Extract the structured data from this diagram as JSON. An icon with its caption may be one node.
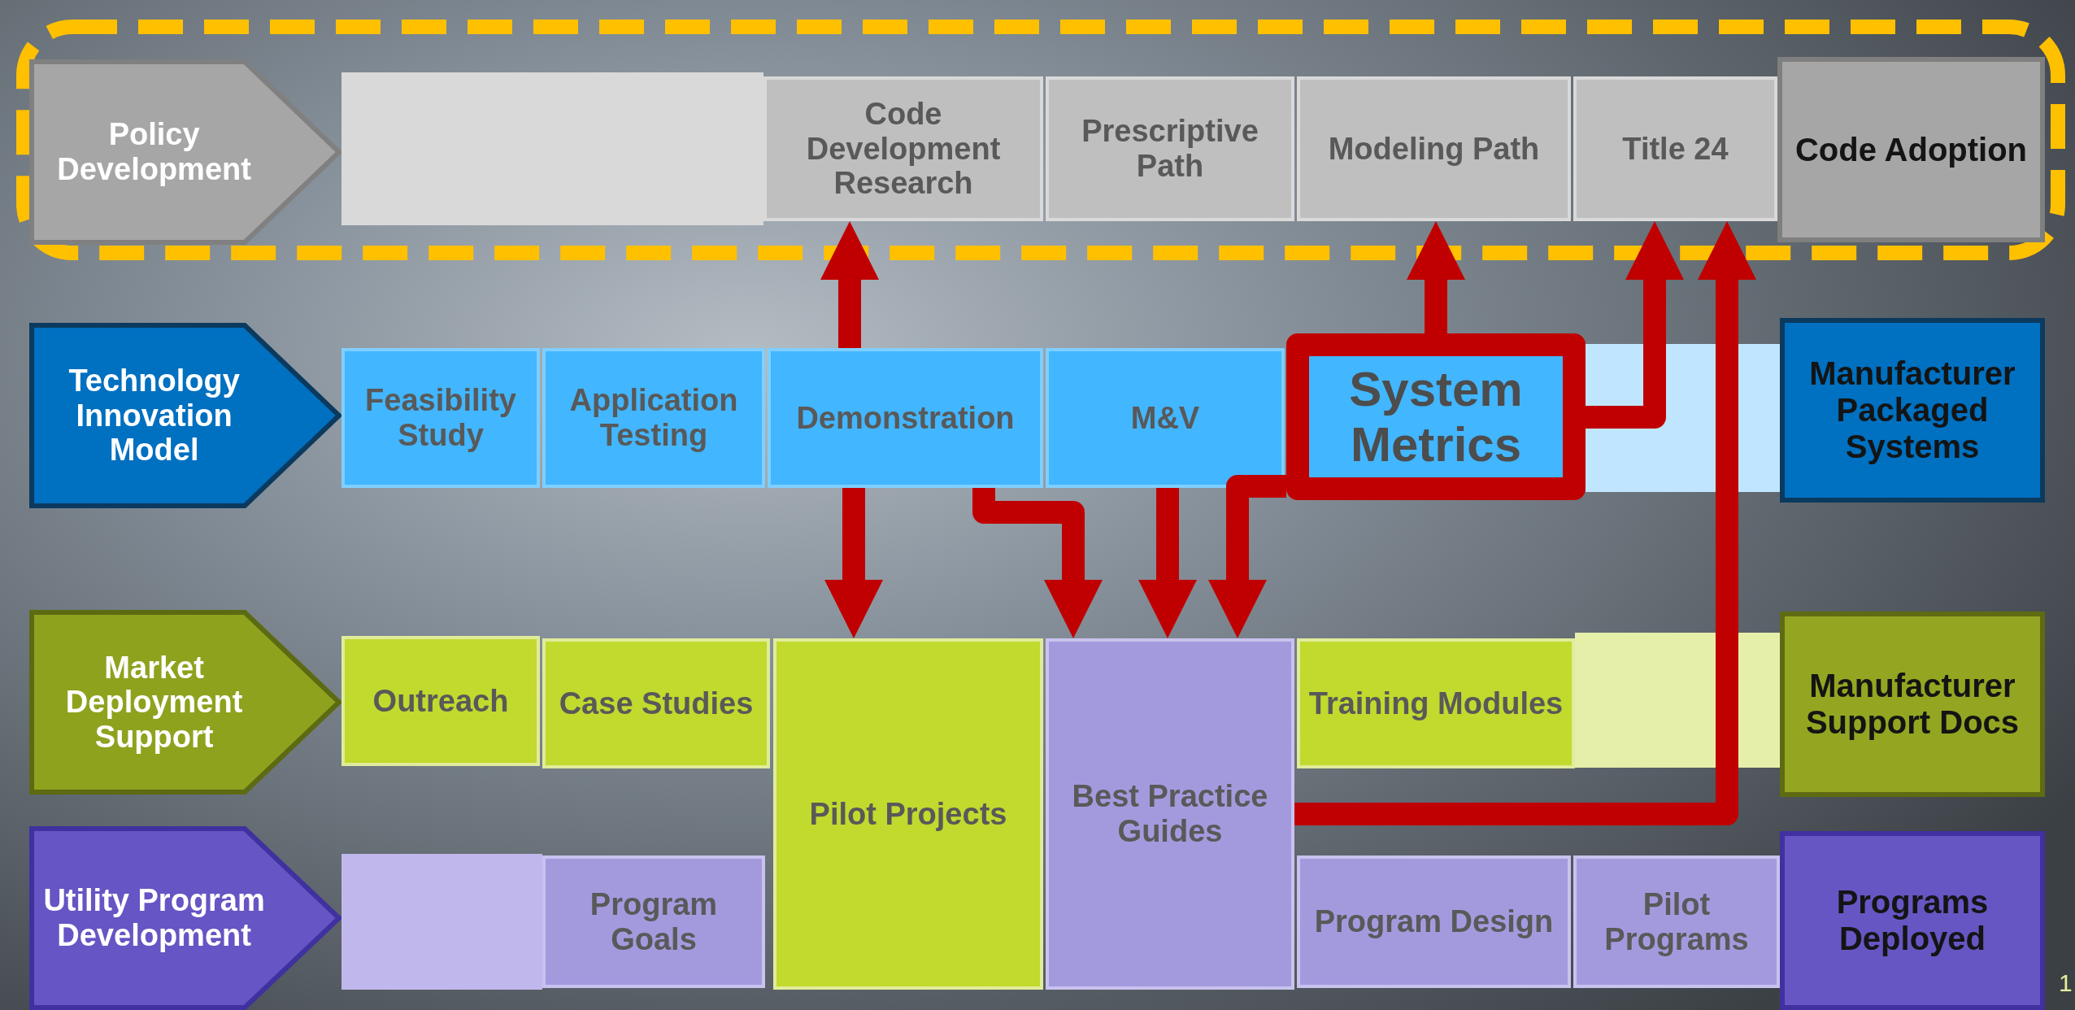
{
  "diagram": {
    "nodes": [
      {
        "text": [],
        "shape": "box"
      },
      {
        "text": [
          "Policy Development"
        ],
        "in": 0
      },
      {
        "text": [],
        "shape": "box",
        "in": 0
      },
      {
        "text": [
          "Code Development Research"
        ],
        "in": 0
      },
      {
        "text": [
          "Prescriptive Path"
        ],
        "in": 0
      },
      {
        "text": [
          "Modeling Path"
        ],
        "in": 0
      },
      {
        "text": [
          "Title 24"
        ],
        "in": 0
      },
      {
        "text": [
          "Code Adoption"
        ],
        "in": 0
      },
      {
        "text": [
          "Technology Innovation Model"
        ]
      },
      {
        "text": [
          "Feasibility Study"
        ]
      },
      {
        "text": [
          "Application Testing"
        ]
      },
      {
        "text": [
          "Demonstration"
        ]
      },
      {
        "text": [
          "M&V"
        ]
      },
      {
        "text": [
          "System Metrics"
        ]
      },
      {
        "text": [
          "Manufacturer Packaged Systems"
        ]
      },
      {
        "text": [
          "Market Deployment Support"
        ]
      },
      {
        "text": [
          "Outreach"
        ]
      },
      {
        "text": [
          "Case Studies"
        ]
      },
      {
        "text": [
          "Pilot Projects"
        ]
      },
      {
        "text": [
          "Best Practice Guides"
        ]
      },
      {
        "text": [
          "Training Modules"
        ]
      },
      {
        "text": [
          "Manufacturer Support Docs"
        ]
      },
      {
        "text": [
          "Utility Program Development"
        ]
      },
      {
        "text": [],
        "shape": "box"
      },
      {
        "text": [
          "Program Goals"
        ]
      },
      {
        "text": [
          "Program Design"
        ]
      },
      {
        "text": [
          "Pilot Programs"
        ]
      },
      {
        "text": [
          "Programs Deployed"
        ]
      }
    ],
    "edges": [
      {
        "from": 11,
        "to": 3,
        "arrow": "to"
      },
      {
        "from": 11,
        "to": 18,
        "arrow": "to"
      },
      {
        "from": 11,
        "to": 19,
        "arrow": "to"
      },
      {
        "from": 12,
        "to": 19,
        "arrow": "to"
      },
      {
        "from": 13,
        "to": 19,
        "arrow": "to"
      },
      {
        "from": 13,
        "to": 5,
        "arrow": "to"
      },
      {
        "from": 13,
        "to": 6,
        "arrow": "to"
      },
      {
        "from": 19,
        "to": 6,
        "arrow": "to"
      }
    ],
    "labels": [
      "1"
    ]
  }
}
